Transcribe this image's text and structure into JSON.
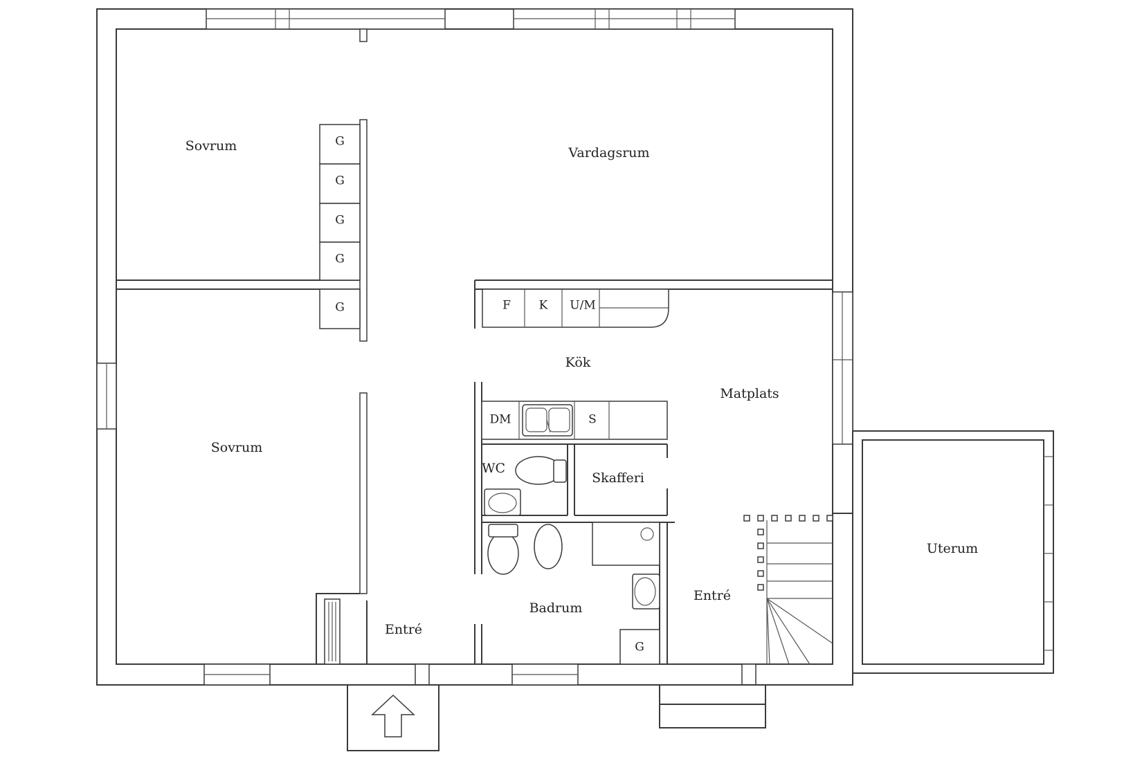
{
  "rooms": {
    "sovrum_top": "Sovrum",
    "vardagsrum": "Vardagsrum",
    "kok": "Kök",
    "matplats": "Matplats",
    "sovrum_bottom": "Sovrum",
    "wc": "WC",
    "skafferi": "Skafferi",
    "uterum": "Uterum",
    "entre_left": "Entré",
    "badrum": "Badrum",
    "entre_right": "Entré"
  },
  "fixtures": {
    "g1": "G",
    "g2": "G",
    "g3": "G",
    "g4": "G",
    "g5": "G",
    "g6": "G",
    "f": "F",
    "k": "K",
    "um": "U/M",
    "dm": "DM",
    "s": "S"
  }
}
